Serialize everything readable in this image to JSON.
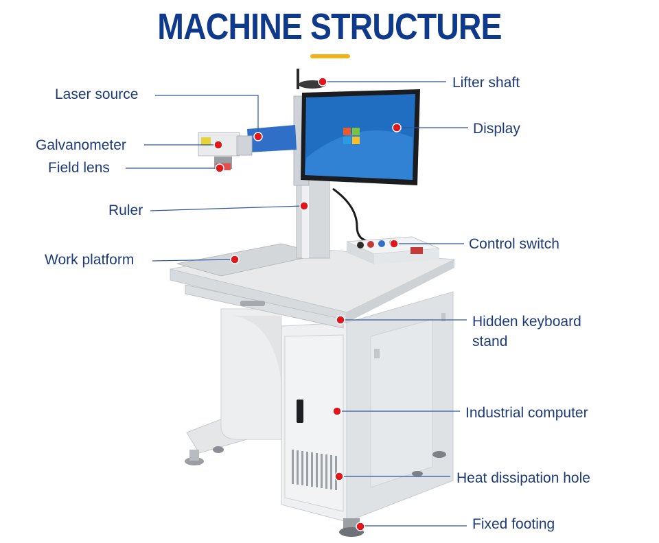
{
  "title": "MACHINE STRUCTURE",
  "colors": {
    "title": "#0f3a8c",
    "accent_bar": "#f3b215",
    "label_text": "#1d3a78",
    "leader_line": "#2d55a0",
    "marker": "#e0161b"
  },
  "labels": {
    "laser_source": "Laser source",
    "galvanometer": "Galvanometer",
    "field_lens": "Field lens",
    "ruler": "Ruler",
    "work_platform": "Work platform",
    "lifter_shaft": "Lifter shaft",
    "display": "Display",
    "control_switch": "Control switch",
    "hidden_keyboard_stand_1": "Hidden keyboard",
    "hidden_keyboard_stand_2": "stand",
    "industrial_computer": "Industrial computer",
    "heat_dissipation_hole": "Heat dissipation hole",
    "fixed_footing": "Fixed footing"
  }
}
